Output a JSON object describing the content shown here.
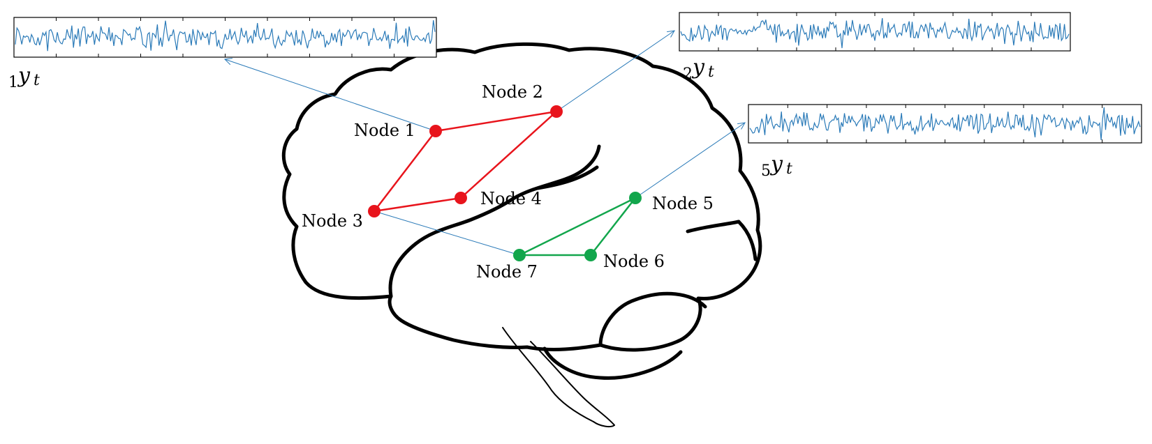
{
  "colors": {
    "group_a": "#e8141c",
    "group_b": "#12a64c",
    "signal": "#2a7ab8",
    "pointer": "#2a7ab8"
  },
  "nodes": [
    {
      "id": "node1",
      "label": "Node 1",
      "group": "group_a"
    },
    {
      "id": "node2",
      "label": "Node 2",
      "group": "group_a"
    },
    {
      "id": "node3",
      "label": "Node 3",
      "group": "group_a"
    },
    {
      "id": "node4",
      "label": "Node 4",
      "group": "group_a"
    },
    {
      "id": "node5",
      "label": "Node 5",
      "group": "group_b"
    },
    {
      "id": "node6",
      "label": "Node 6",
      "group": "group_b"
    },
    {
      "id": "node7",
      "label": "Node 7",
      "group": "group_b"
    }
  ],
  "edges": [
    {
      "from": "node1",
      "to": "node2",
      "group": "group_a"
    },
    {
      "from": "node2",
      "to": "node4",
      "group": "group_a"
    },
    {
      "from": "node4",
      "to": "node3",
      "group": "group_a"
    },
    {
      "from": "node3",
      "to": "node1",
      "group": "group_a"
    },
    {
      "from": "node5",
      "to": "node6",
      "group": "group_b"
    },
    {
      "from": "node6",
      "to": "node7",
      "group": "group_b"
    },
    {
      "from": "node7",
      "to": "node5",
      "group": "group_b"
    }
  ],
  "signals": [
    {
      "id": "signal1",
      "node": "node1",
      "label_main": "y",
      "label_sub_t": "t",
      "label_pre": "1"
    },
    {
      "id": "signal2",
      "node": "node2",
      "label_main": "y",
      "label_sub_t": "t",
      "label_pre": "2"
    },
    {
      "id": "signal5",
      "node": "node5",
      "label_main": "y",
      "label_sub_t": "t",
      "label_pre": "5"
    }
  ]
}
